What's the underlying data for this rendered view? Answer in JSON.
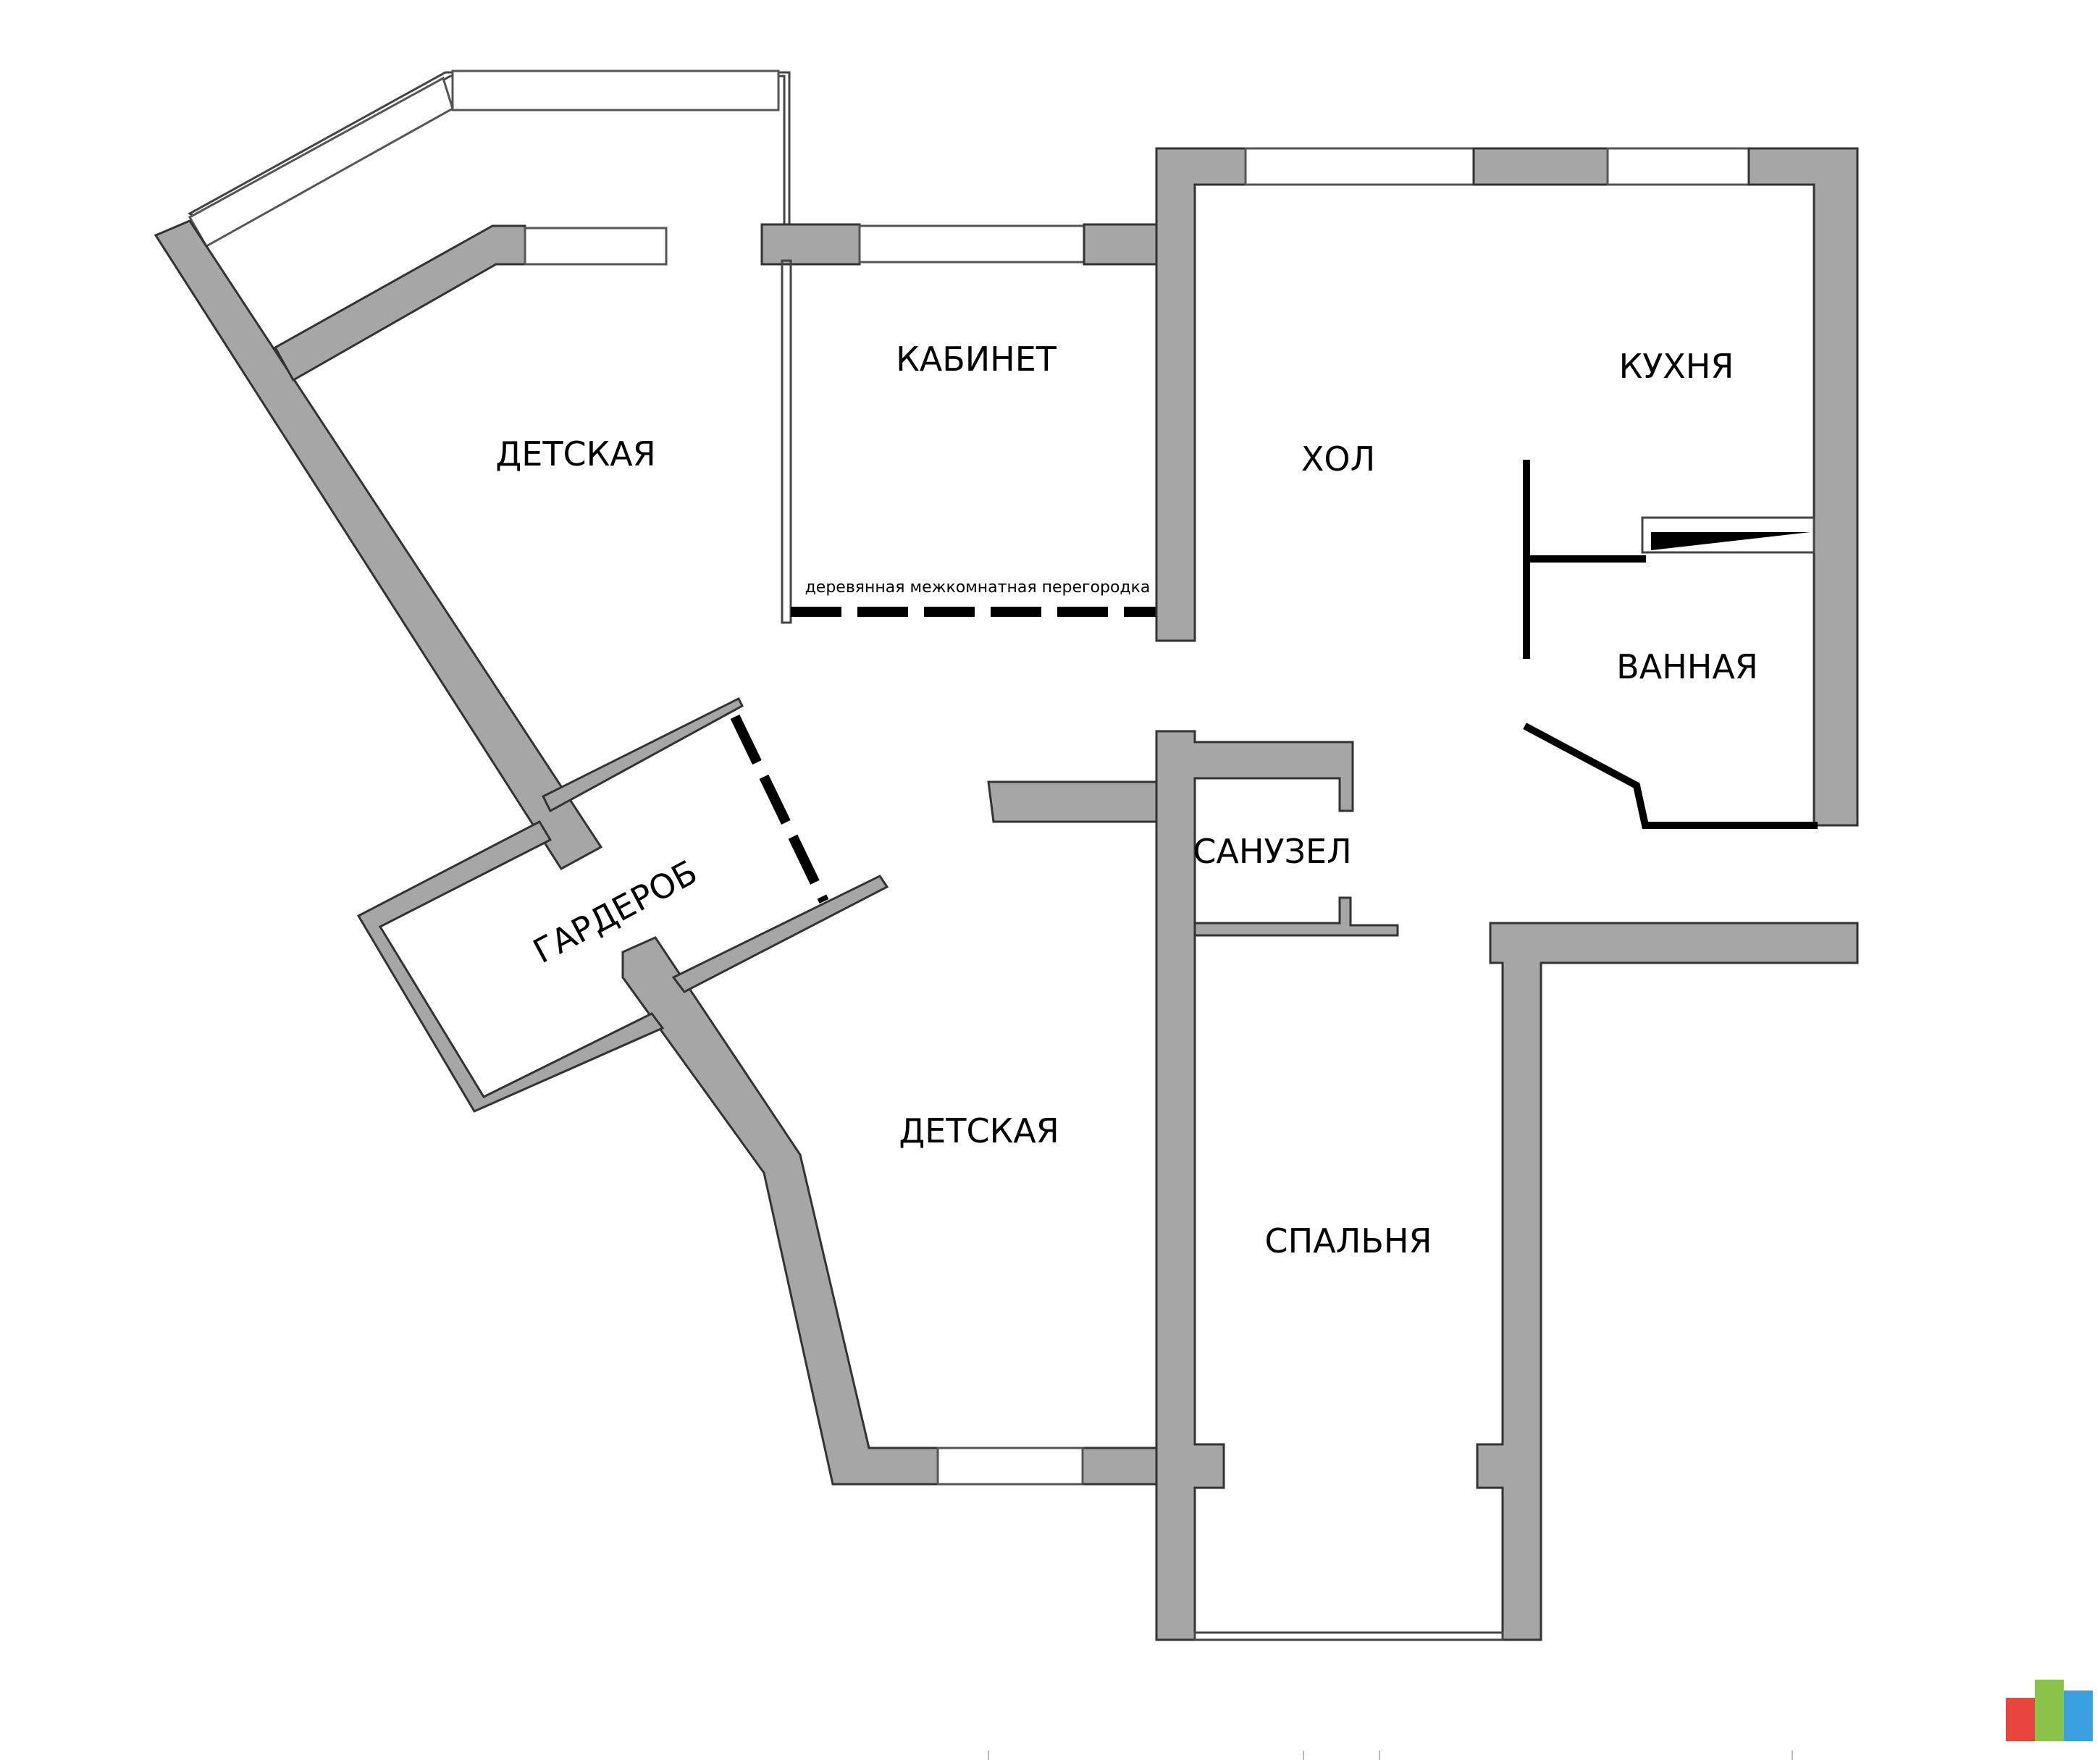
{
  "rooms": {
    "detskaya_top": "ДЕТСКАЯ",
    "kabinet": "КАБИНЕТ",
    "hol": "ХОЛ",
    "kuhnya": "КУХНЯ",
    "vannaya": "ВАННАЯ",
    "sanuzel": "САНУЗЕЛ",
    "garderob": "ГАРДЕРОБ",
    "detskaya_bottom": "ДЕТСКАЯ",
    "spalnya": "СПАЛЬНЯ"
  },
  "notes": {
    "partition": "деревянная межкомнатная перегородка"
  },
  "colors": {
    "wall": "#a6a6a6",
    "line": "#000000",
    "logo": [
      "#e8453c",
      "#8bc34a",
      "#3aa0e0"
    ]
  }
}
